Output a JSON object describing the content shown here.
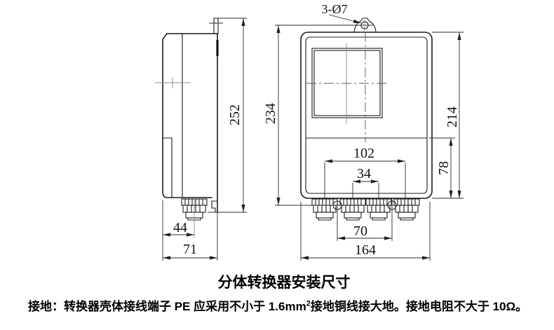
{
  "drawing": {
    "hole_label": "3-Ø7",
    "side_view": {
      "total_height": "252",
      "gland_offset": "44",
      "depth": "71"
    },
    "front_view": {
      "hole_to_screw_height": "234",
      "top_to_bottom_height": "214",
      "lower_section_height": "78",
      "outer_gland_span": "102",
      "inner_gland_span": "34",
      "screw_span": "70",
      "body_width": "164"
    }
  },
  "caption": "分体转换器安装尺寸",
  "note": {
    "part1": "接地：转换器壳体接线端子 PE 应采用不小于 1.6mm",
    "superscript": "2",
    "part2": "接地铜线接大地。接地电阻不大于 10Ω。"
  },
  "colors": {
    "line": "#1c1c1c",
    "centerline": "#8a8a8a",
    "background": "#ffffff",
    "text": "#000000"
  }
}
